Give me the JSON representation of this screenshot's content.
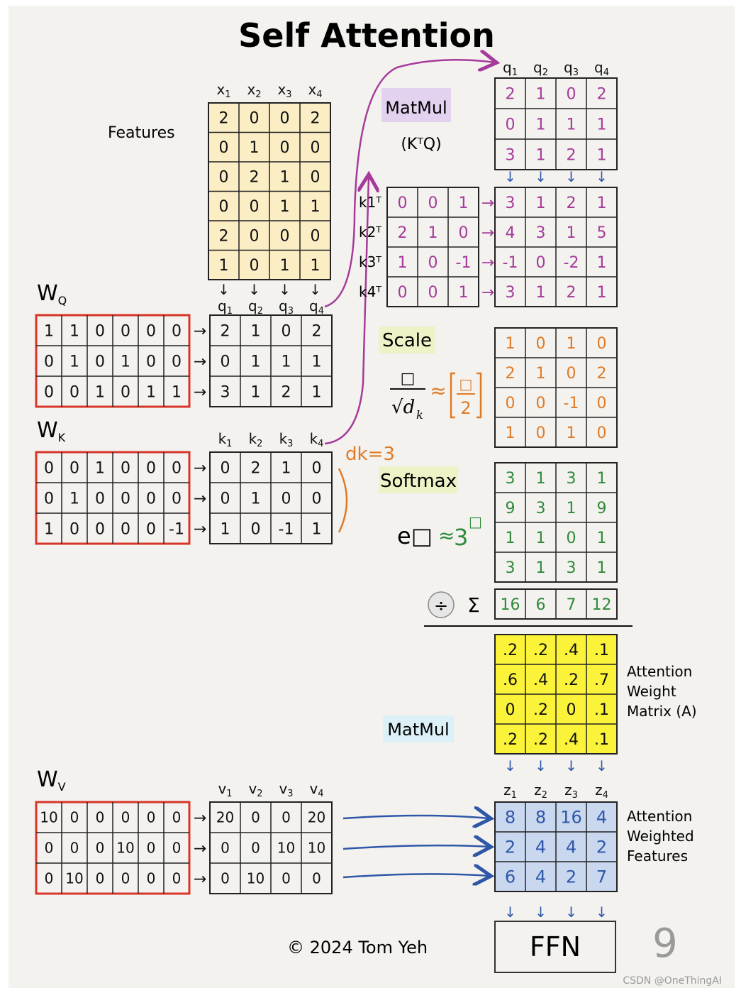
{
  "title": "Self Attention",
  "labels": {
    "features": "Features",
    "matmul1": "MatMul",
    "ktq": "(KᵀQ)",
    "scale": "Scale",
    "softmax": "Softmax",
    "matmul2": "MatMul",
    "dk": "dk=3",
    "scale_formula_box": "□",
    "scale_formula_den": "√d",
    "scale_formula_sub": "k",
    "approx": "≈",
    "scale_bracket_box": "□",
    "scale_bracket_den": "2",
    "exp_formula": "e□",
    "exp_approx": "≈",
    "exp_base": "3",
    "exp_box": "□",
    "divide_symbol": "÷",
    "sum_symbol": "Σ",
    "attention_weight_matrix": [
      "Attention",
      "Weight",
      "Matrix (A)"
    ],
    "attention_weighted_features": [
      "Attention",
      "Weighted",
      "Features"
    ],
    "ffn": "FFN",
    "copyright": "© 2024 Tom Yeh",
    "page_number": "9",
    "watermark": "CSDN @OneThingAI"
  },
  "colors": {
    "features_fill": "#fbedc4",
    "weights_border": "#d9362a",
    "query": "#a63a9a",
    "scale": "#e07a25",
    "softmax": "#2f8a3a",
    "attention_fill": "#fbf23a",
    "output_fill": "#c9d7ef",
    "output_text": "#2f57a8",
    "matmul_highlight": "#e2d2f0",
    "scale_highlight": "#eef2c6",
    "softmax_highlight": "#eef2c6",
    "matmul2_highlight": "#dcf0f7"
  },
  "features": {
    "headers": [
      "x1",
      "x2",
      "x3",
      "x4"
    ],
    "rows": [
      [
        "2",
        "0",
        "0",
        "2"
      ],
      [
        "0",
        "1",
        "0",
        "0"
      ],
      [
        "0",
        "2",
        "1",
        "0"
      ],
      [
        "0",
        "0",
        "1",
        "1"
      ],
      [
        "2",
        "0",
        "0",
        "0"
      ],
      [
        "1",
        "0",
        "1",
        "1"
      ]
    ]
  },
  "wq": {
    "label": "WQ",
    "rows": [
      [
        "1",
        "1",
        "0",
        "0",
        "0",
        "0"
      ],
      [
        "0",
        "1",
        "0",
        "1",
        "0",
        "0"
      ],
      [
        "0",
        "0",
        "1",
        "0",
        "1",
        "1"
      ]
    ]
  },
  "q": {
    "headers": [
      "q1",
      "q2",
      "q3",
      "q4"
    ],
    "rows": [
      [
        "2",
        "1",
        "0",
        "2"
      ],
      [
        "0",
        "1",
        "1",
        "1"
      ],
      [
        "3",
        "1",
        "2",
        "1"
      ]
    ]
  },
  "wk": {
    "label": "WK",
    "rows": [
      [
        "0",
        "0",
        "1",
        "0",
        "0",
        "0"
      ],
      [
        "0",
        "1",
        "0",
        "0",
        "0",
        "0"
      ],
      [
        "1",
        "0",
        "0",
        "0",
        "0",
        "-1"
      ]
    ]
  },
  "k": {
    "headers": [
      "k1",
      "k2",
      "k3",
      "k4"
    ],
    "rows": [
      [
        "0",
        "2",
        "1",
        "0"
      ],
      [
        "0",
        "1",
        "0",
        "0"
      ],
      [
        "1",
        "0",
        "-1",
        "1"
      ]
    ]
  },
  "wv": {
    "label": "WV",
    "rows": [
      [
        "10",
        "0",
        "0",
        "0",
        "0",
        "0"
      ],
      [
        "0",
        "0",
        "0",
        "10",
        "0",
        "0"
      ],
      [
        "0",
        "10",
        "0",
        "0",
        "0",
        "0"
      ]
    ]
  },
  "v": {
    "headers": [
      "v1",
      "v2",
      "v3",
      "v4"
    ],
    "rows": [
      [
        "20",
        "0",
        "0",
        "20"
      ],
      [
        "0",
        "0",
        "10",
        "10"
      ],
      [
        "0",
        "10",
        "0",
        "0"
      ]
    ]
  },
  "q_top": {
    "headers": [
      "q1",
      "q2",
      "q3",
      "q4"
    ],
    "rows": [
      [
        "2",
        "1",
        "0",
        "2"
      ],
      [
        "0",
        "1",
        "1",
        "1"
      ],
      [
        "3",
        "1",
        "2",
        "1"
      ]
    ]
  },
  "kt": {
    "row_labels": [
      "k1ᵀ",
      "k2ᵀ",
      "k3ᵀ",
      "k4ᵀ"
    ],
    "rows": [
      [
        "0",
        "0",
        "1"
      ],
      [
        "2",
        "1",
        "0"
      ],
      [
        "1",
        "0",
        "-1"
      ],
      [
        "0",
        "0",
        "1"
      ]
    ]
  },
  "ktq": {
    "rows": [
      [
        "3",
        "1",
        "2",
        "1"
      ],
      [
        "4",
        "3",
        "1",
        "5"
      ],
      [
        "-1",
        "0",
        "-2",
        "1"
      ],
      [
        "3",
        "1",
        "2",
        "1"
      ]
    ]
  },
  "scaled": {
    "rows": [
      [
        "1",
        "0",
        "1",
        "0"
      ],
      [
        "2",
        "1",
        "0",
        "2"
      ],
      [
        "0",
        "0",
        "-1",
        "0"
      ],
      [
        "1",
        "0",
        "1",
        "0"
      ]
    ]
  },
  "exp": {
    "rows": [
      [
        "3",
        "1",
        "3",
        "1"
      ],
      [
        "9",
        "3",
        "1",
        "9"
      ],
      [
        "1",
        "1",
        "0",
        "1"
      ],
      [
        "3",
        "1",
        "3",
        "1"
      ]
    ]
  },
  "sums": [
    "16",
    "6",
    "7",
    "12"
  ],
  "attention": {
    "rows": [
      [
        ".2",
        ".2",
        ".4",
        ".1"
      ],
      [
        ".6",
        ".4",
        ".2",
        ".7"
      ],
      [
        "0",
        ".2",
        "0",
        ".1"
      ],
      [
        ".2",
        ".2",
        ".4",
        ".1"
      ]
    ]
  },
  "z": {
    "headers": [
      "z1",
      "z2",
      "z3",
      "z4"
    ],
    "rows": [
      [
        "8",
        "8",
        "16",
        "4"
      ],
      [
        "2",
        "4",
        "4",
        "2"
      ],
      [
        "6",
        "4",
        "2",
        "7"
      ]
    ]
  }
}
